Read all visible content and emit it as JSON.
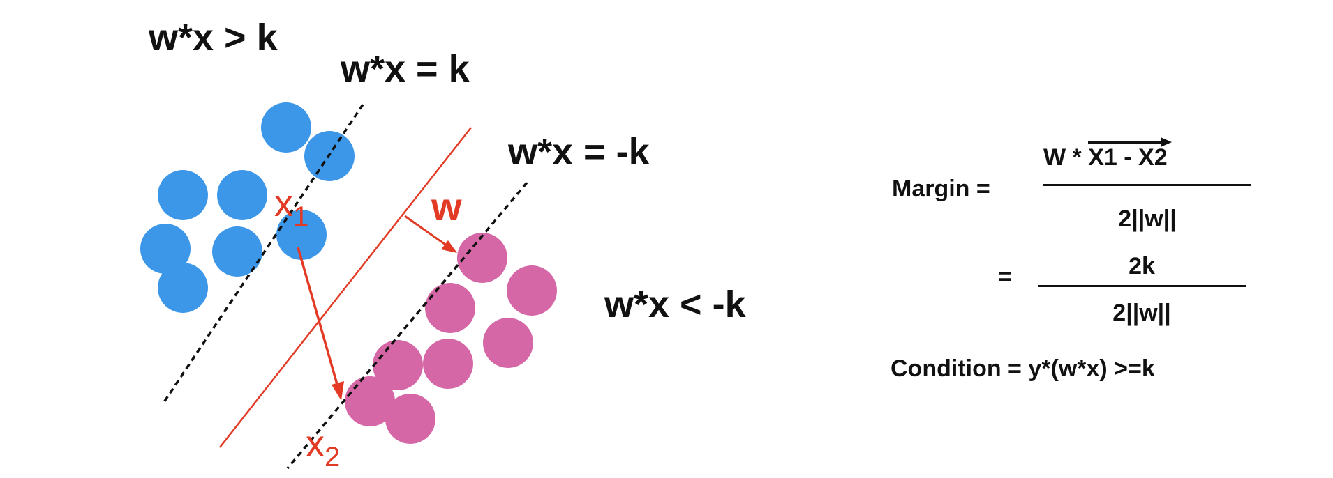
{
  "regions": {
    "positive": "w*x > k",
    "upper_boundary": "w*x = k",
    "lower_boundary": "w*x = -k",
    "negative": "w*x < -k"
  },
  "vectors": {
    "weight": "w",
    "x1": {
      "base": "x",
      "sub": "1"
    },
    "x2": {
      "base": "x",
      "sub": "2"
    }
  },
  "colors": {
    "positive_points": "#3d97e8",
    "negative_points": "#d667a6",
    "hyperplane": "#e23a24",
    "text": "#111111"
  },
  "formula": {
    "margin_label": "Margin =",
    "numerator_prefix": "W *",
    "numerator_vector": "X1 - X2",
    "denominator": "2||w||",
    "equals": "=",
    "numerator2": "2k",
    "denominator2": "2||w||",
    "condition": "Condition = y*(w*x) >=k"
  }
}
